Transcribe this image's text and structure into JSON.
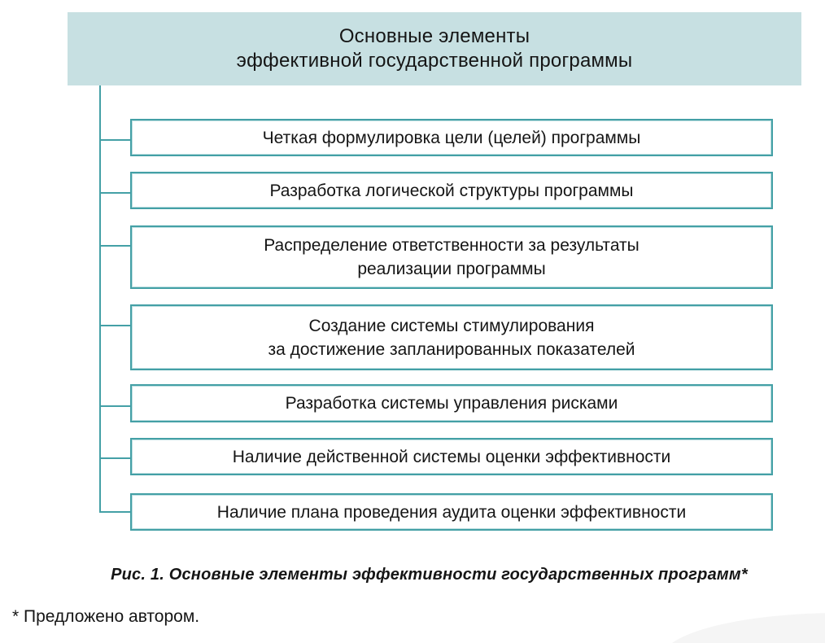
{
  "theme": {
    "accent_color": "#44a0a6",
    "header_fill": "#c7e0e2",
    "text_color": "#151515"
  },
  "diagram": {
    "header": {
      "text": "Основные элементы\nэффективной государственной программы"
    },
    "boxes": [
      {
        "text": "Четкая формулировка цели (целей) программы"
      },
      {
        "text": "Разработка логической структуры программы"
      },
      {
        "text": "Распределение ответственности за результаты\nреализации программы"
      },
      {
        "text": "Создание системы стимулирования\nза достижение запланированных показателей"
      },
      {
        "text": "Разработка системы управления рисками"
      },
      {
        "text": "Наличие действенной системы оценки эффективности"
      },
      {
        "text": "Наличие плана проведения аудита оценки эффективности"
      }
    ]
  },
  "caption": {
    "text": "Рис. 1. Основные элементы эффективности государственных программ*"
  },
  "footnote": {
    "text": "* Предложено автором."
  }
}
